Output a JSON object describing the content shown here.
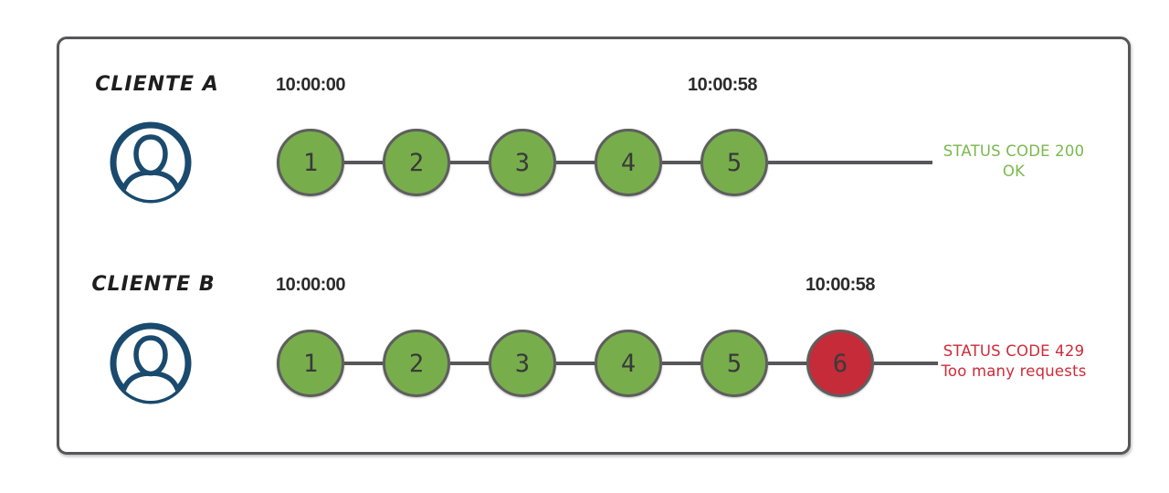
{
  "colors": {
    "green": "#77ae4b",
    "red": "#c52b39",
    "green_text": "#7ab84d",
    "red_text": "#ce2b39",
    "line": "#57575a",
    "circle_border": "#5e5e5e",
    "navy": "#1a4a6e"
  },
  "rows": [
    {
      "client": "CLIENTE A",
      "avatar_icon": "user-avatar-icon",
      "start_time": "10:00:00",
      "end_time": "10:00:58",
      "requests": [
        {
          "label": "1",
          "status": "ok"
        },
        {
          "label": "2",
          "status": "ok"
        },
        {
          "label": "3",
          "status": "ok"
        },
        {
          "label": "4",
          "status": "ok"
        },
        {
          "label": "5",
          "status": "ok"
        }
      ],
      "status": {
        "line1": "STATUS CODE 200",
        "line2": "OK",
        "type": "success"
      }
    },
    {
      "client": "CLIENTE B",
      "avatar_icon": "user-avatar-icon",
      "start_time": "10:00:00",
      "end_time": "10:00:58",
      "requests": [
        {
          "label": "1",
          "status": "ok"
        },
        {
          "label": "2",
          "status": "ok"
        },
        {
          "label": "3",
          "status": "ok"
        },
        {
          "label": "4",
          "status": "ok"
        },
        {
          "label": "5",
          "status": "ok"
        },
        {
          "label": "6",
          "status": "blocked"
        }
      ],
      "status": {
        "line1": "STATUS CODE 429",
        "line2": "Too many requests",
        "type": "error"
      }
    }
  ]
}
